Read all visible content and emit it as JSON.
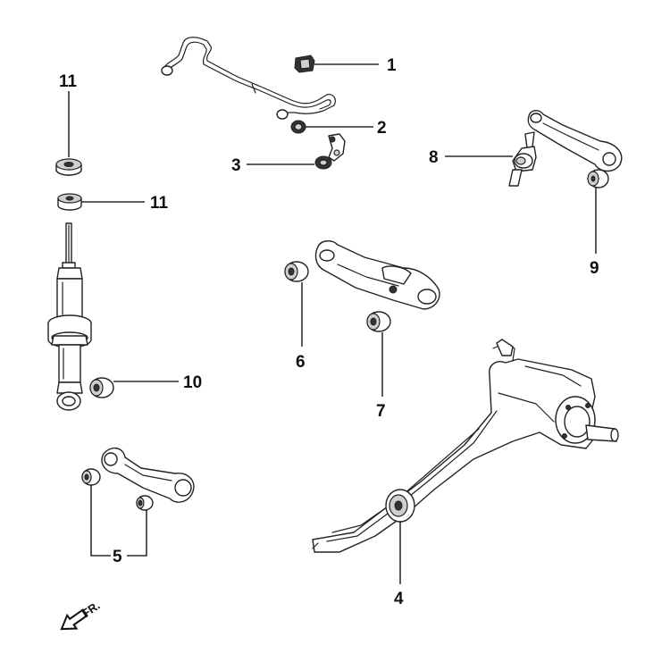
{
  "callouts": {
    "c1": "1",
    "c2": "2",
    "c3": "3",
    "c4": "4",
    "c5": "5",
    "c6": "6",
    "c7": "7",
    "c8": "8",
    "c9": "9",
    "c10": "10",
    "c11_top": "11",
    "c11_bottom": "11"
  },
  "direction_marker": {
    "label": "FR.",
    "icon": "front-direction-arrow-icon"
  },
  "colors": {
    "line": "#222222",
    "background": "#ffffff"
  }
}
